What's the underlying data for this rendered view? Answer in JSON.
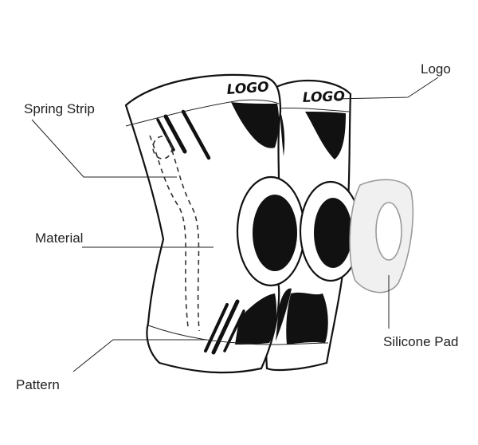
{
  "product": {
    "logo_front": "LOGO",
    "logo_back": "LOGO"
  },
  "callouts": {
    "spring_strip": "Spring Strip",
    "material": "Material",
    "pattern": "Pattern",
    "logo": "Logo",
    "silicone_pad": "Silicone Pad"
  },
  "colors": {
    "outline": "#111111",
    "fill": "#ffffff",
    "pad": "#f0f0f0"
  }
}
